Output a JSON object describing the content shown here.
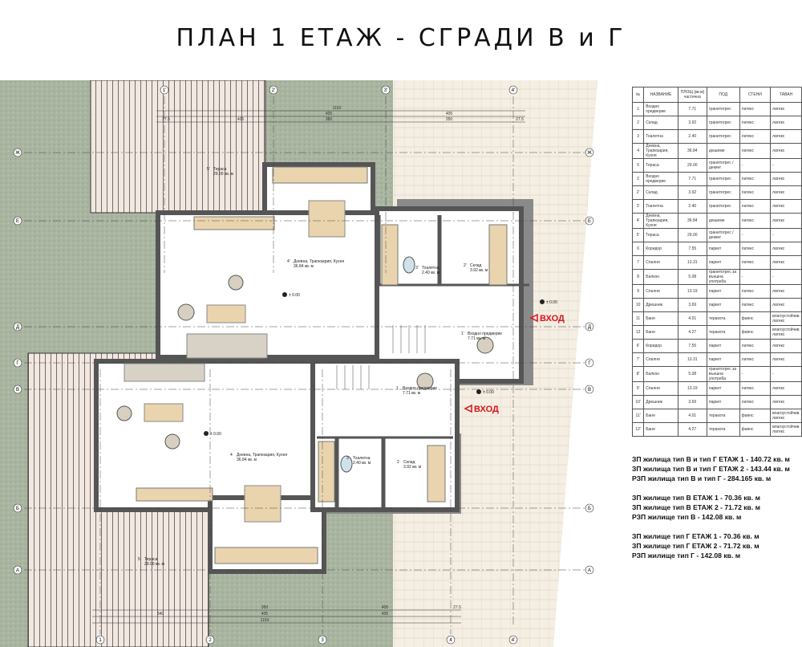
{
  "title": "ПЛАН 1 ЕТАЖ - СГРАДИ В и Г",
  "axes": {
    "top": [
      "1'",
      "2'",
      "3'",
      "4'"
    ],
    "bottom": [
      "1",
      "2",
      "3",
      "4",
      "4'"
    ],
    "side": [
      "Ж",
      "Е",
      "Д",
      "Г",
      "В",
      "Б",
      "А"
    ]
  },
  "dimensions": {
    "top": [
      "1150",
      "405",
      "405",
      "380",
      "350",
      "405",
      "27.5",
      "27.5"
    ],
    "bottom": [
      "350",
      "405",
      "405",
      "27.5",
      "340",
      "405",
      "1150"
    ]
  },
  "entrance_label": "ВХОД",
  "level_mark": "± 0.00",
  "rooms_upper": [
    {
      "num": "5'",
      "name": "Тераса",
      "area": "29.00 кв. м"
    },
    {
      "num": "4'",
      "name": "Дневна, Трапезария, Кухня",
      "area": "36.84 кв. м"
    },
    {
      "num": "3'",
      "name": "Тоалетна",
      "area": "2.40 кв. м"
    },
    {
      "num": "2'",
      "name": "Склад",
      "area": "3.92 кв. м"
    },
    {
      "num": "1'",
      "name": "Входно предверие",
      "area": "7.71 кв. м"
    }
  ],
  "rooms_lower": [
    {
      "num": "5",
      "name": "Тераса",
      "area": "29.00 кв. м"
    },
    {
      "num": "4",
      "name": "Дневна, Трапезария, Кухня",
      "area": "36.84 кв. м"
    },
    {
      "num": "3",
      "name": "Тоалетна",
      "area": "2.40 кв. м"
    },
    {
      "num": "2",
      "name": "Склад",
      "area": "3.92 кв. м"
    },
    {
      "num": "1",
      "name": "Входно предверие",
      "area": "7.71 кв. м"
    }
  ],
  "table": {
    "headers": [
      "№",
      "НАЗВАНИЕ",
      "ПЛОЩ [кв.м] частична",
      "ПОД",
      "СТЕНИ",
      "ТАВАН"
    ],
    "rows": [
      [
        "1",
        "Входно предверие",
        "7.71",
        "гранитогрес",
        "латекс",
        "латекс"
      ],
      [
        "2",
        "Склад",
        "3.92",
        "гранитогрес",
        "латекс",
        "латекс"
      ],
      [
        "3",
        "Тоалетна",
        "2.40",
        "гранитогрес",
        "латекс",
        "латекс"
      ],
      [
        "4",
        "Дневна, Трапезария, Кухня",
        "36.84",
        "дюшеме",
        "латекс",
        "латекс"
      ],
      [
        "5",
        "Тераса",
        "29.00",
        "гранитогрес / декинг",
        "-",
        "-"
      ],
      [
        "1'",
        "Входно предверие",
        "7.71",
        "гранитогрес",
        "латекс",
        "латекс"
      ],
      [
        "2'",
        "Склад",
        "3.92",
        "гранитогрес",
        "латекс",
        "латекс"
      ],
      [
        "3'",
        "Тоалетна",
        "2.40",
        "гранитогрес",
        "латекс",
        "латекс"
      ],
      [
        "4'",
        "Дневна, Трапезария, Кухня",
        "36.84",
        "дюшеме",
        "латекс",
        "латекс"
      ],
      [
        "5'",
        "Тераса",
        "29.00",
        "гранитогрес / декинг",
        "-",
        "-"
      ],
      [
        "6",
        "Коридор",
        "7.55",
        "паркет",
        "латекс",
        "латекс"
      ],
      [
        "7",
        "Спалня",
        "13.31",
        "паркет",
        "латекс",
        "латекс"
      ],
      [
        "8",
        "Балкон",
        "5.08",
        "гранитогрес за външна употреба",
        "-",
        "-"
      ],
      [
        "9",
        "Спалня",
        "13.19",
        "паркет",
        "латекс",
        "латекс"
      ],
      [
        "10",
        "Дрешник",
        "3.69",
        "паркет",
        "латекс",
        "латекс"
      ],
      [
        "11",
        "Баня",
        "4.01",
        "теракота",
        "фаянс",
        "влагоустойчив латекс"
      ],
      [
        "12",
        "Баня",
        "4.27",
        "теракота",
        "фаянс",
        "влагоустойчив латекс"
      ],
      [
        "6'",
        "Коридор",
        "7.55",
        "паркет",
        "латекс",
        "латекс"
      ],
      [
        "7'",
        "Спалня",
        "13.31",
        "паркет",
        "латекс",
        "латекс"
      ],
      [
        "8'",
        "Балкон",
        "5.08",
        "гранитогрес за външна употреба",
        "-",
        "-"
      ],
      [
        "9'",
        "Спалня",
        "13.19",
        "паркет",
        "латекс",
        "латекс"
      ],
      [
        "10'",
        "Дрешник",
        "3.69",
        "паркет",
        "латекс",
        "латекс"
      ],
      [
        "11'",
        "Баня",
        "4.01",
        "теракота",
        "фаянс",
        "влагоустойчив латекс"
      ],
      [
        "12'",
        "Баня",
        "4.27",
        "теракота",
        "фаянс",
        "влагоустойчив латекс"
      ]
    ]
  },
  "area_summary": [
    [
      "ЗП жилища тип В и тип Г  ЕТАЖ 1 - 140.72 кв. м",
      "ЗП жилища тип В и тип Г  ЕТАЖ 2 - 143.44 кв. м",
      "РЗП жилища тип В и тип Г - 284.165 кв. м"
    ],
    [
      "ЗП жилище тип В  ЕТАЖ 1 - 70.36 кв. м",
      "ЗП жилище тип В  ЕТАЖ 2 - 71.72 кв. м",
      "РЗП жилище тип В - 142.08 кв. м"
    ],
    [
      "ЗП жилище тип Г  ЕТАЖ 1 - 70.36 кв. м",
      "ЗП жилище тип Г  ЕТАЖ 2 - 71.72 кв. м",
      "РЗП жилище тип Г - 142.08 кв. м"
    ]
  ],
  "colors": {
    "grass": "#a9b5a0",
    "paving": "#f3ede2",
    "wall": "#6d6d6d",
    "wood": "#e9d3ae",
    "entrance": "#d8141c"
  }
}
